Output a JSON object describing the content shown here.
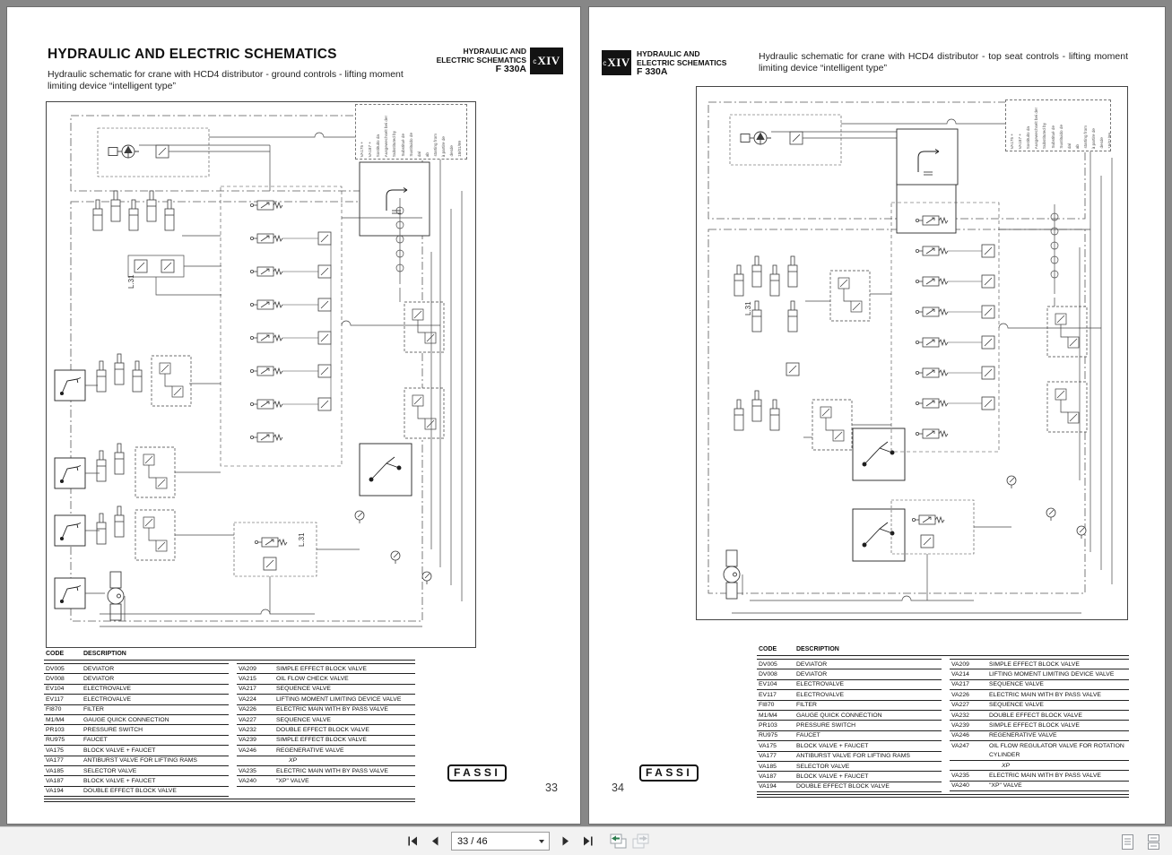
{
  "table_headers": {
    "code": "CODE",
    "desc": "DESCRIPTION"
  },
  "corner_badge": {
    "line1": "HYDRAULIC AND",
    "line2": "ELECTRIC SCHEMATICS",
    "model": "F 330A",
    "section_prefix": "c",
    "section": "XIV"
  },
  "left_page": {
    "title": "HYDRAULIC AND ELECTRIC SCHEMATICS",
    "subtitle_line1": "Hydraulic schematic for crane with HCD4 distributor - ground controls - lifting moment",
    "subtitle_line2": "limiting device “intelligent type”",
    "logo": "FASSI",
    "page_number": "33",
    "table": {
      "col1": [
        {
          "c": "DV005",
          "d": "DEVIATOR"
        },
        {
          "c": "DV008",
          "d": "DEVIATOR"
        },
        {
          "c": "EV104",
          "d": "ELECTROVALVE"
        },
        {
          "c": "EV117",
          "d": "ELECTROVALVE"
        },
        {
          "c": "FI870",
          "d": "FILTER"
        },
        {
          "c": "M1/M4",
          "d": "GAUGE QUICK CONNECTION"
        },
        {
          "c": "PR103",
          "d": "PRESSURE SWITCH"
        },
        {
          "c": "RU975",
          "d": "FAUCET"
        },
        {
          "c": "VA175",
          "d": "BLOCK VALVE + FAUCET"
        },
        {
          "c": "VA177",
          "d": "ANTIBURST VALVE FOR LIFTING RAMS"
        },
        {
          "c": "VA185",
          "d": "SELECTOR VALVE"
        },
        {
          "c": "VA187",
          "d": "BLOCK VALVE + FAUCET"
        },
        {
          "c": "VA194",
          "d": "DOUBLE EFFECT BLOCK VALVE"
        }
      ],
      "col2": [
        {
          "c": "VA209",
          "d": "SIMPLE EFFECT BLOCK VALVE"
        },
        {
          "c": "VA215",
          "d": "OIL FLOW CHECK VALVE"
        },
        {
          "c": "VA217",
          "d": "SEQUENCE VALVE"
        },
        {
          "c": "VA224",
          "d": "LIFTING MOMENT LIMITING DEVICE VALVE"
        },
        {
          "c": "VA226",
          "d": "ELECTRIC MAIN WITH BY PASS VALVE"
        },
        {
          "c": "VA227",
          "d": "SEQUENCE VALVE"
        },
        {
          "c": "VA232",
          "d": "DOUBLE EFFECT BLOCK VALVE"
        },
        {
          "c": "VA239",
          "d": "SIMPLE EFFECT BLOCK VALVE"
        },
        {
          "c": "VA246",
          "d": "REGENERATIVE VALVE"
        },
        {
          "c": "XP",
          "d": "",
          "type": "group"
        },
        {
          "c": "VA235",
          "d": "ELECTRIC MAIN WITH BY PASS VALVE"
        },
        {
          "c": "VA240",
          "d": "\"XP\" VALVE"
        }
      ]
    }
  },
  "right_page": {
    "subtitle_line1": "Hydraulic schematic for crane with HCD4 distributor - top seat controls - lifting moment",
    "subtitle_line2": "limiting device “intelligent type”",
    "logo": "FASSI",
    "page_number": "34",
    "table": {
      "col1": [
        {
          "c": "DV005",
          "d": "DEVIATOR"
        },
        {
          "c": "DV008",
          "d": "DEVIATOR"
        },
        {
          "c": "EV104",
          "d": "ELECTROVALVE"
        },
        {
          "c": "EV117",
          "d": "ELECTROVALVE"
        },
        {
          "c": "FI870",
          "d": "FILTER"
        },
        {
          "c": "M1/M4",
          "d": "GAUGE QUICK CONNECTION"
        },
        {
          "c": "PR103",
          "d": "PRESSURE SWITCH"
        },
        {
          "c": "RU975",
          "d": "FAUCET"
        },
        {
          "c": "VA175",
          "d": "BLOCK VALVE + FAUCET"
        },
        {
          "c": "VA177",
          "d": "ANTIBURST VALVE FOR LIFTING RAMS"
        },
        {
          "c": "VA185",
          "d": "SELECTOR VALVE"
        },
        {
          "c": "VA187",
          "d": "BLOCK VALVE + FAUCET"
        },
        {
          "c": "VA194",
          "d": "DOUBLE EFFECT BLOCK VALVE"
        }
      ],
      "col2": [
        {
          "c": "VA209",
          "d": "SIMPLE EFFECT BLOCK VALVE"
        },
        {
          "c": "VA214",
          "d": "LIFTING MOMENT LIMITING DEVICE VALVE"
        },
        {
          "c": "VA217",
          "d": "SEQUENCE VALVE"
        },
        {
          "c": "VA226",
          "d": "ELECTRIC MAIN WITH BY PASS VALVE"
        },
        {
          "c": "VA227",
          "d": "SEQUENCE VALVE"
        },
        {
          "c": "VA232",
          "d": "DOUBLE EFFECT BLOCK VALVE"
        },
        {
          "c": "VA239",
          "d": "SIMPLE EFFECT BLOCK VALVE"
        },
        {
          "c": "VA246",
          "d": "REGENERATIVE VALVE"
        },
        {
          "c": "VA247",
          "d": "OIL FLOW REGULATOR VALVE FOR ROTATION",
          "type": "noline"
        },
        {
          "c": "",
          "d": "CYLINDER",
          "type": "cont"
        },
        {
          "c": "XP",
          "d": "",
          "type": "group"
        },
        {
          "c": "VA235",
          "d": "ELECTRIC MAIN WITH BY PASS VALVE"
        },
        {
          "c": "VA240",
          "d": "\"XP\" VALVE"
        }
      ]
    }
  },
  "schematic": {
    "line_label": "L.31",
    "note_lines": [
      {
        "t": "VA175 +"
      },
      {
        "t": "VA187 +"
      },
      {
        "t": "Sostituito da"
      },
      {
        "t": "Ausgewechselt bei der"
      },
      {
        "t": "Substituted by"
      },
      {
        "t": "Substitué de"
      },
      {
        "t": "Sustituido de"
      },
      {
        "t": "dal"
      },
      {
        "t": "ab"
      },
      {
        "t": "starting from"
      },
      {
        "t": "à partire de"
      },
      {
        "t": "desde"
      },
      {
        "t": "18/01/99"
      }
    ]
  },
  "viewer": {
    "page_field": "33 / 46",
    "icons": {
      "first_page": "first-page-icon",
      "previous_page": "previous-page-icon",
      "page_dropdown": "caret-down-icon",
      "next_page": "next-page-icon",
      "last_page": "last-page-icon",
      "previous_view": "previous-view-icon",
      "next_view": "next-view-icon",
      "single_page": "single-page-view-icon",
      "continuous_pages": "continuous-view-icon"
    }
  }
}
